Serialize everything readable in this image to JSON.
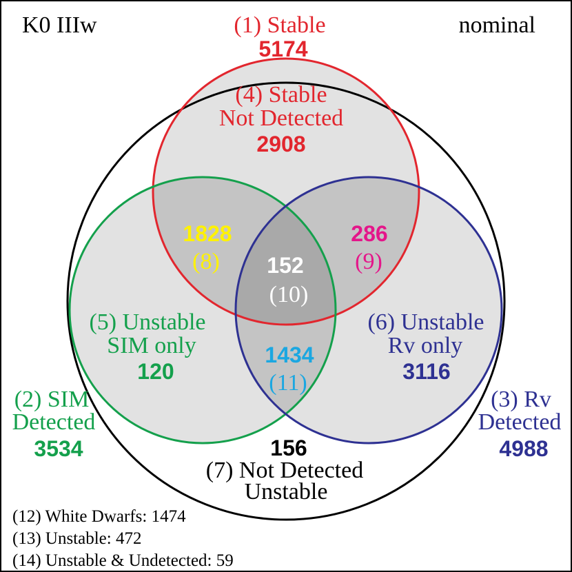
{
  "header": {
    "left_label": "K0 IIIw",
    "right_label": "nominal"
  },
  "colors": {
    "red": "#e2262e",
    "green": "#14a04c",
    "navy": "#2e3192",
    "black": "#000000",
    "yellow": "#fff200",
    "magenta": "#e4168a",
    "cyan": "#1ba7e1",
    "white": "#ffffff",
    "fill_light": "#e2e2e2",
    "fill_mid": "#c4c4c4",
    "fill_dark": "#a9a9a9"
  },
  "regions": {
    "r1": {
      "label": "(1) Stable",
      "value": "5174"
    },
    "r2": {
      "label_line1": "(2) SIM",
      "label_line2": "Detected",
      "value": "3534"
    },
    "r3": {
      "label_line1": "(3) Rv",
      "label_line2": "Detected",
      "value": "4988"
    },
    "r4": {
      "label_line1": "(4) Stable",
      "label_line2": "Not Detected",
      "value": "2908"
    },
    "r5": {
      "label_line1": "(5) Unstable",
      "label_line2": "SIM only",
      "value": "120"
    },
    "r6": {
      "label_line1": "(6) Unstable",
      "label_line2": "Rv only",
      "value": "3116"
    },
    "r7": {
      "value": "156",
      "label_line1": "(7) Not Detected",
      "label_line2": "Unstable"
    },
    "r8": {
      "value": "1828",
      "label": "(8)"
    },
    "r9": {
      "value": "286",
      "label": "(9)"
    },
    "r10": {
      "value": "152",
      "label": "(10)"
    },
    "r11": {
      "value": "1434",
      "label": "(11)"
    }
  },
  "footer": {
    "line1": "(12) White Dwarfs: 1474",
    "line2": "(13) Unstable: 472",
    "line3": "(14) Unstable & Undetected: 59"
  }
}
